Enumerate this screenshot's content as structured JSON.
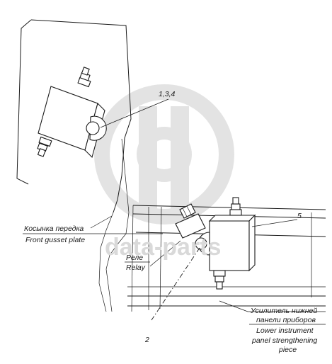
{
  "callouts": {
    "parts_1_3_4": "1,3,4",
    "part_2": "2",
    "part_5": "5"
  },
  "labels": {
    "gusset_ru": "Косынка передка",
    "gusset_en": "Front gusset plate",
    "relay_ru": "Реле",
    "relay_en": "Relay",
    "panel_ru": "Усилитель нижней",
    "panel_ru_2": "панели приборов",
    "panel_en": "Lower instrument",
    "panel_en_2": "panel strengthening",
    "panel_en_3": "piece"
  },
  "watermark": {
    "text": "data-parts",
    "color": "#d9d9d9"
  }
}
